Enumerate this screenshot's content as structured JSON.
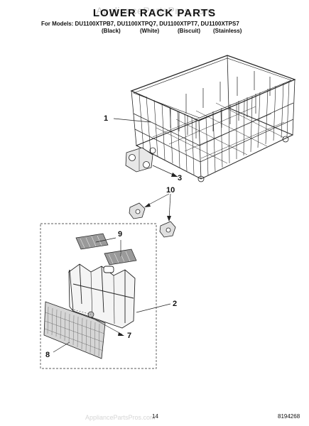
{
  "header": {
    "watermark": "AppliancePartsPros.com",
    "title": "LOWER RACK PARTS",
    "models_line": "For Models: DU1100XTPB7, DU1100XTPQ7, DU1100XTPT7, DU1100XTPS7",
    "colors": [
      "(Black)",
      "(White)",
      "(Biscuit)",
      "(Stainless)"
    ]
  },
  "callouts": [
    "1",
    "3",
    "10",
    "9",
    "2",
    "7",
    "8"
  ],
  "footer": {
    "page_number": "14",
    "doc_number": "8194268",
    "watermark": "AppliancePartsPros.com"
  }
}
